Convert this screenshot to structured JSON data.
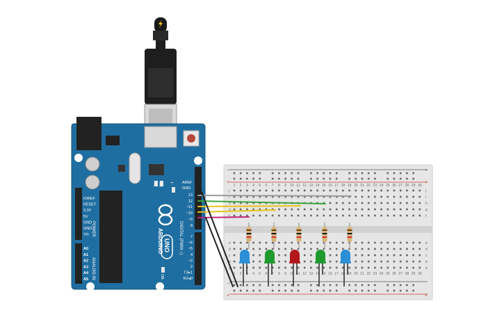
{
  "board": {
    "brand": "ARDUINO",
    "model": "UNO",
    "aref": "AREF",
    "gnd": "GND",
    "digital_label": "DIGITAL (PWM ~)",
    "power_label": "POWER",
    "analog_label": "ANALOG IN",
    "led_l": "L",
    "led_tx": "TX",
    "led_rx": "RX",
    "on": "ON",
    "power_pins": [
      "IOREF",
      "RESET",
      "3.3V",
      "5V",
      "GND",
      "GND",
      "Vin"
    ],
    "analog_pins": [
      "A0",
      "A1",
      "A2",
      "A3",
      "A4",
      "A5"
    ],
    "digital_pins_top": [
      "13",
      "12",
      "~11",
      "~10",
      "~9",
      "8"
    ],
    "digital_pins_bottom": [
      "7",
      "~6",
      "~5",
      "4",
      "~3",
      "2",
      "TX▸1",
      "RX◂0"
    ]
  },
  "breadboard": {
    "columns": [
      "1",
      "2",
      "3",
      "4",
      "5",
      "6",
      "7",
      "8",
      "9",
      "10",
      "11",
      "12",
      "13",
      "14",
      "15",
      "16",
      "17",
      "18",
      "19",
      "20",
      "21",
      "22",
      "23",
      "24",
      "25",
      "26",
      "27",
      "28",
      "29",
      "30"
    ],
    "rows_top": [
      "j",
      "i",
      "h",
      "g",
      "f"
    ],
    "rows_bottom": [
      "e",
      "d",
      "c",
      "b",
      "a"
    ],
    "rail_minus": "−",
    "rail_plus": "+"
  },
  "leds": [
    {
      "color": "#2a8fd6"
    },
    {
      "color": "#1f9a2e"
    },
    {
      "color": "#b3171b"
    },
    {
      "color": "#1f9a2e"
    },
    {
      "color": "#2a8fd6"
    }
  ],
  "wires": [
    {
      "pin": "13",
      "color": "#9a9a9a"
    },
    {
      "pin": "12",
      "color": "#3aa63a"
    },
    {
      "pin": "~11",
      "color": "#e8c21b"
    },
    {
      "pin": "~10",
      "color": "#e8c21b"
    },
    {
      "pin": "~9",
      "color": "#c2247a"
    },
    {
      "pin": "GND",
      "color": "#222222"
    }
  ],
  "usb": {
    "icon": "lightning-icon"
  }
}
